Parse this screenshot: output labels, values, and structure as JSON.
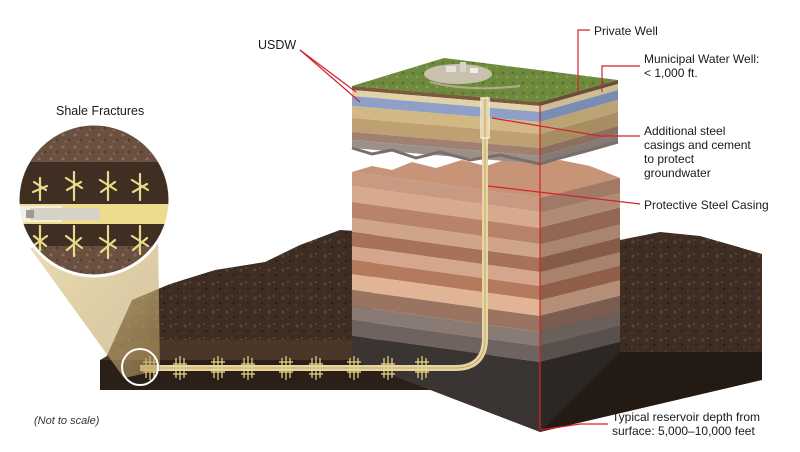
{
  "labels": {
    "usdw": "USDW",
    "private_well": "Private Well",
    "municipal_well_line1": "Municipal Water Well:",
    "municipal_well_line2": "< 1,000 ft.",
    "steel_casings_line1": "Additional steel",
    "steel_casings_line2": "casings and cement",
    "steel_casings_line3": "to protect",
    "steel_casings_line4": "groundwater",
    "protective_casing": "Protective Steel Casing",
    "shale_fractures": "Shale Fractures",
    "depth_line1": "Typical reservoir depth from",
    "depth_line2": "surface: 5,000–10,000 feet",
    "not_to_scale": "(Not to scale)"
  },
  "colors": {
    "leader_line": "#d2232a",
    "ground_dark": "#3b2c22",
    "grass": "#6d8a3c",
    "aquifer": "#8ea0c8",
    "fracture": "#e9d98a"
  }
}
